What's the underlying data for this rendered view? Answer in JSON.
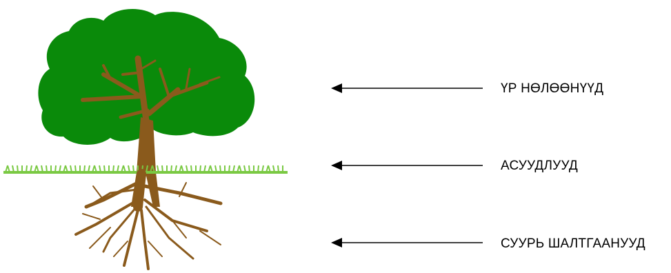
{
  "labels": {
    "top": "ҮР НӨЛӨӨНҮҮД",
    "middle": "АСУУДЛУУД",
    "bottom": "СУУРЬ ШАЛТГААНУУД"
  },
  "icons": {
    "tree": "tree-icon",
    "grass": "grass-icon",
    "roots": "roots-icon",
    "arrow": "arrow-left-icon"
  },
  "colors": {
    "foliage": "#0a8a0a",
    "trunk": "#8a5a1c",
    "grass": "#7ac943",
    "arrow": "#000000"
  }
}
